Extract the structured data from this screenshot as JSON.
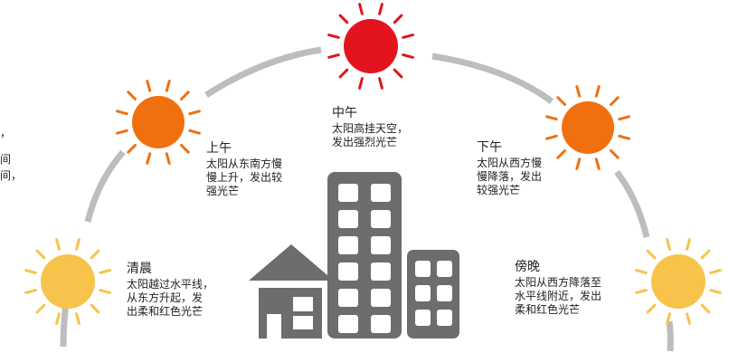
{
  "colors": {
    "arc": "#bdbdbd",
    "building": "#6d6d6d",
    "window": "#ffffff",
    "sun_dawn": "#f7c34a",
    "sun_morning": "#f0700f",
    "sun_noon": "#e3141e",
    "sun_afternoon": "#f0700f",
    "sun_evening": "#f7c34a",
    "text": "#222222"
  },
  "edge_fragments": [
    "，",
    "间",
    "间，"
  ],
  "phases": [
    {
      "id": "dawn",
      "title": "清晨",
      "lines": [
        "太阳越过水平线，",
        "从东方升起，发",
        "出柔和红色光芒"
      ]
    },
    {
      "id": "morning",
      "title": "上午",
      "lines": [
        "太阳从东南方慢",
        "慢上升，发出较",
        "强光芒"
      ]
    },
    {
      "id": "noon",
      "title": "中午",
      "lines": [
        "太阳高挂天空，",
        "发出强烈光芒"
      ]
    },
    {
      "id": "afternoon",
      "title": "下午",
      "lines": [
        "太阳从西方慢",
        "慢降落，发出",
        "较强光芒"
      ]
    },
    {
      "id": "evening",
      "title": "傍晚",
      "lines": [
        "太阳从西方降落至",
        "水平线附近，发出",
        "柔和红色光芒"
      ]
    }
  ]
}
